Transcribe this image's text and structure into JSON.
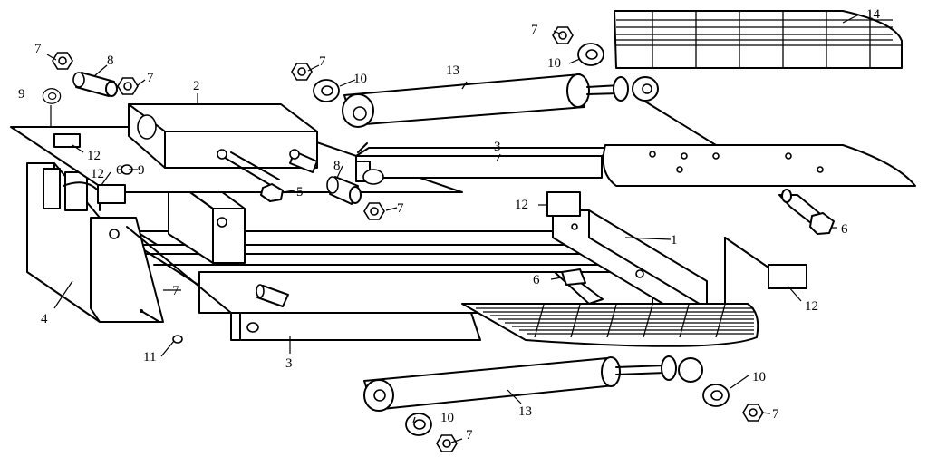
{
  "labels": [
    {
      "id": "l1",
      "text": "1"
    },
    {
      "id": "l2",
      "text": "2"
    },
    {
      "id": "l3a",
      "text": "3"
    },
    {
      "id": "l3b",
      "text": "3"
    },
    {
      "id": "l4",
      "text": "4"
    },
    {
      "id": "l5",
      "text": "5"
    },
    {
      "id": "l6a",
      "text": "6"
    },
    {
      "id": "l6b",
      "text": "6"
    },
    {
      "id": "l6c",
      "text": "6"
    },
    {
      "id": "l7a",
      "text": "7"
    },
    {
      "id": "l7b",
      "text": "7"
    },
    {
      "id": "l7c",
      "text": "7"
    },
    {
      "id": "l7d",
      "text": "7"
    },
    {
      "id": "l7e",
      "text": "7"
    },
    {
      "id": "l7f",
      "text": "7"
    },
    {
      "id": "l7g",
      "text": "7"
    },
    {
      "id": "l7h",
      "text": "7"
    },
    {
      "id": "l8a",
      "text": "8"
    },
    {
      "id": "l8b",
      "text": "8"
    },
    {
      "id": "l9a",
      "text": "9"
    },
    {
      "id": "l9b",
      "text": "9"
    },
    {
      "id": "l10a",
      "text": "10"
    },
    {
      "id": "l10b",
      "text": "10"
    },
    {
      "id": "l10c",
      "text": "10"
    },
    {
      "id": "l10d",
      "text": "10"
    },
    {
      "id": "l11",
      "text": "11"
    },
    {
      "id": "l12a",
      "text": "12"
    },
    {
      "id": "l12b",
      "text": "12"
    },
    {
      "id": "l12c",
      "text": "12"
    },
    {
      "id": "l12d",
      "text": "12"
    },
    {
      "id": "l13a",
      "text": "13"
    },
    {
      "id": "l13b",
      "text": "13"
    },
    {
      "id": "l14",
      "text": "14"
    }
  ]
}
